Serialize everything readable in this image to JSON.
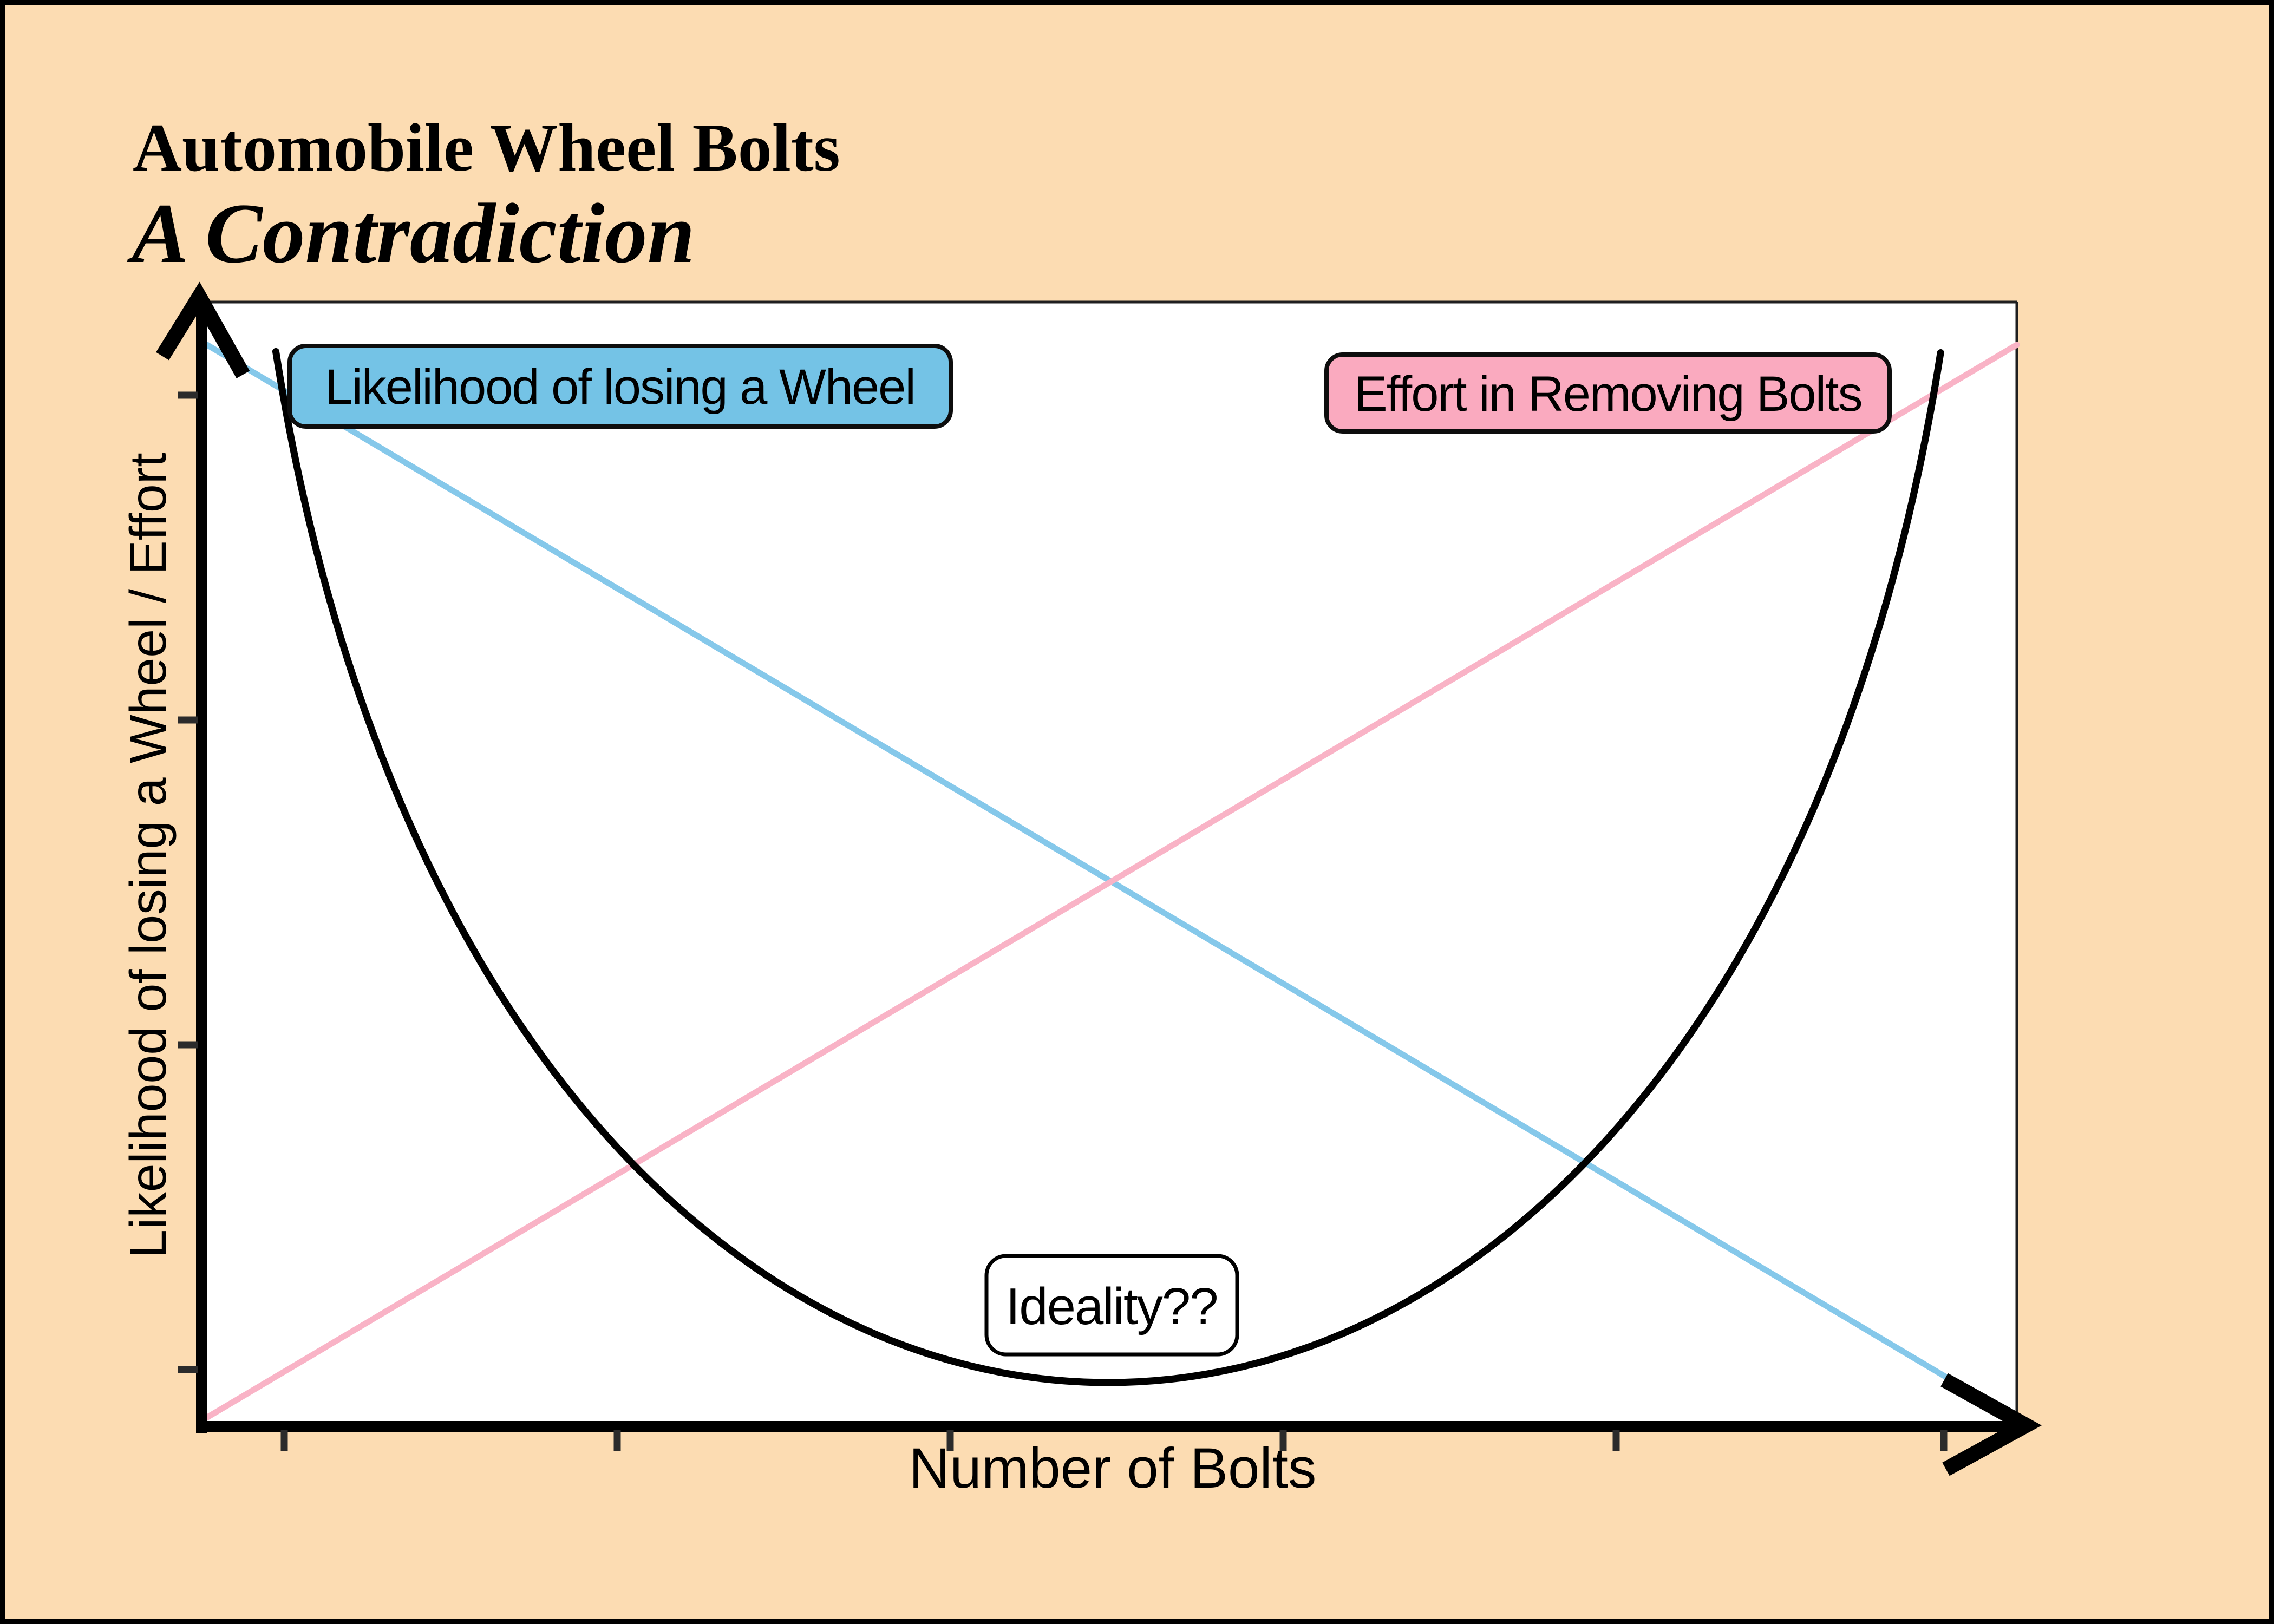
{
  "header": {
    "title": "Automobile Wheel Bolts",
    "subtitle": "A Contradiction"
  },
  "colors": {
    "background": "#FCDCB2",
    "frame": "#000000",
    "plot_background": "#FFFFFF",
    "plot_border": "#1F1F1F",
    "axis": "#000000",
    "tick": "#2B2B2B",
    "likelihood_line": "#85C8EA",
    "likelihood_badge": "#74C3E6",
    "effort_line": "#F9B3C6",
    "effort_badge": "#FAAABF",
    "ideality_curve": "#000000",
    "ideality_badge": "#FFFFFF",
    "text": "#000000"
  },
  "annotations": {
    "likelihood_label": "Likelihood of losing a Wheel",
    "effort_label": "Effort in Removing Bolts",
    "ideality_label": "Ideality??"
  },
  "chart_data": {
    "type": "line",
    "title": "Automobile Wheel Bolts — A Contradiction",
    "xlabel": "Number of Bolts",
    "ylabel": "Likelihood of losing a Wheel / Effort",
    "x_axis": {
      "range": [
        0,
        1
      ],
      "tick_count": 6,
      "tick_labels": [],
      "arrow": true
    },
    "y_axis": {
      "range": [
        0,
        1
      ],
      "tick_count": 4,
      "tick_labels": [],
      "arrow": true
    },
    "grid": false,
    "legend_position": "inline-annotation-boxes",
    "series": [
      {
        "name": "Likelihood of losing a Wheel",
        "type": "straight-line",
        "trend": "decreasing",
        "color": "#85C8EA",
        "points": [
          [
            0.002,
            0.963
          ],
          [
            0.963,
            0.042
          ]
        ]
      },
      {
        "name": "Effort in Removing Bolts",
        "type": "straight-line",
        "trend": "increasing",
        "color": "#F9B3C6",
        "points": [
          [
            0.001,
            0.006
          ],
          [
            1.0,
            0.962
          ]
        ]
      },
      {
        "name": "Ideality??",
        "type": "u-curve",
        "trend": "decreasing-then-increasing",
        "color": "#000000",
        "points": [
          [
            0.041,
            0.956
          ],
          [
            0.5,
            0.039
          ],
          [
            0.958,
            0.955
          ]
        ]
      }
    ]
  }
}
